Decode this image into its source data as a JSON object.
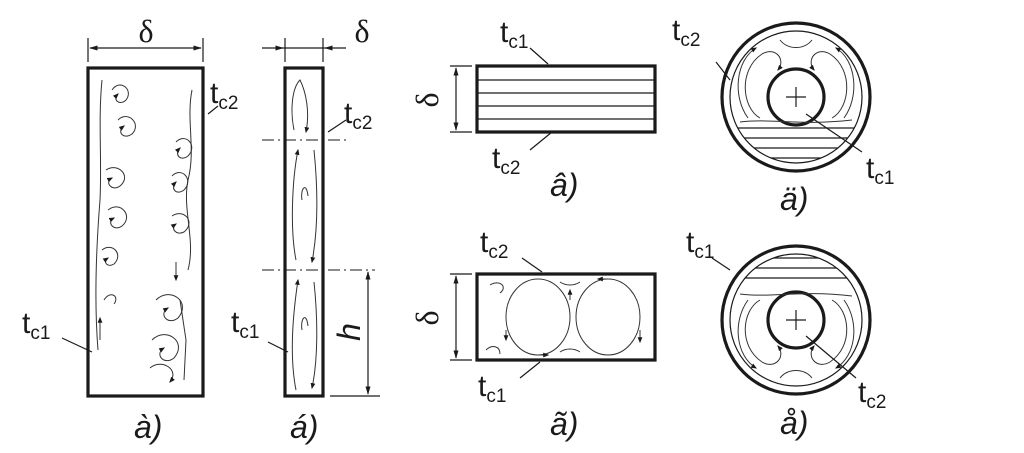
{
  "labels": {
    "delta": "δ",
    "h": "h",
    "t": "t",
    "sub_c1": "c1",
    "sub_c2": "c2"
  },
  "captions": {
    "a": "à)",
    "b": "á)",
    "c": "â)",
    "d": "ã)",
    "e": "ä)",
    "f": "å)"
  },
  "colors": {
    "ink": "#1a1a1a",
    "background": "#ffffff"
  }
}
